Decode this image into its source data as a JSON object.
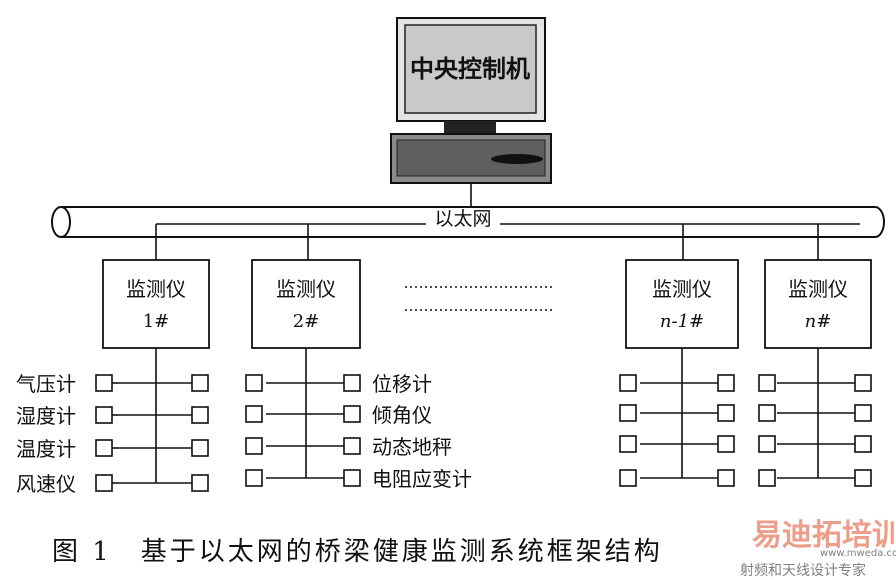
{
  "computer": {
    "label": "中央控制机"
  },
  "network": {
    "label": "以太网"
  },
  "monitors": [
    {
      "line1": "监测仪",
      "line2": "1#"
    },
    {
      "line1": "监测仪",
      "line2": "2#"
    },
    {
      "line1": "监测仪",
      "line2": "n-1#"
    },
    {
      "line1": "监测仪",
      "line2": "n#"
    }
  ],
  "sensors_left": [
    "气压计",
    "湿度计",
    "温度计",
    "风速仪"
  ],
  "sensors_right": [
    "位移计",
    "倾角仪",
    "动态地秤",
    "电阻应变计"
  ],
  "caption": "图 1　基于以太网的桥梁健康监测系统框架结构",
  "watermark": {
    "brand": "易迪拓培训",
    "site": "www.mweda.com",
    "sub": "射频和天线设计专家"
  }
}
